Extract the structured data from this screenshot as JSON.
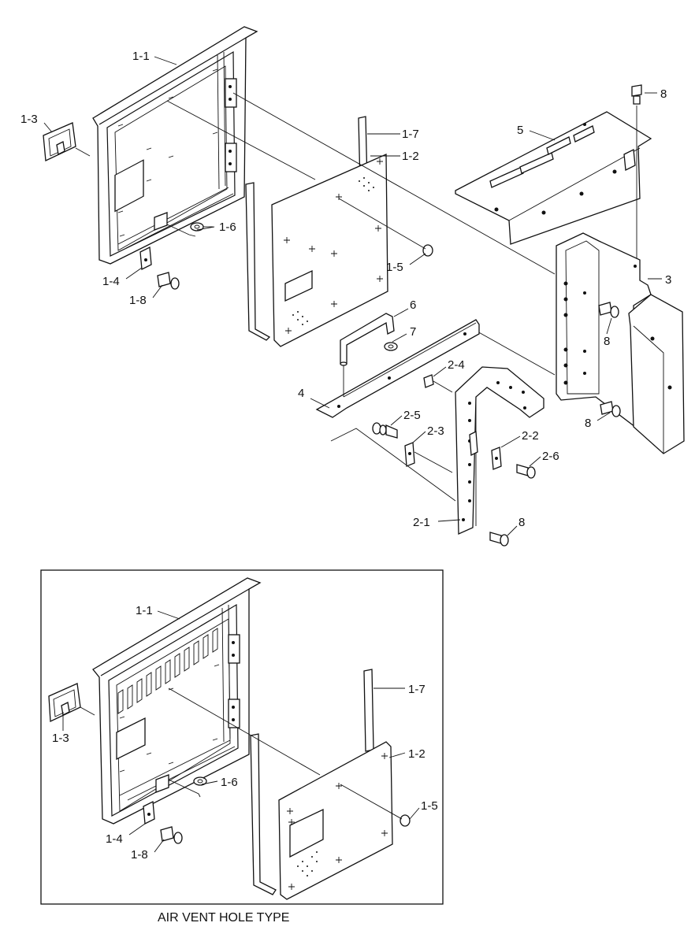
{
  "diagram": {
    "main_labels": {
      "p1_1": "1-1",
      "p1_3": "1-3",
      "p1_7": "1-7",
      "p1_2": "1-2",
      "p5": "5",
      "p8a": "8",
      "p1_6": "1-6",
      "p1_4": "1-4",
      "p1_8": "1-8",
      "p1_5": "1-5",
      "p3": "3",
      "p8b": "8",
      "p6": "6",
      "p7": "7",
      "p2_4": "2-4",
      "p4": "4",
      "p8c": "8",
      "p2_5": "2-5",
      "p2_3": "2-3",
      "p2_2": "2-2",
      "p2_6": "2-6",
      "p2_1": "2-1",
      "p8d": "8"
    },
    "inset_labels": {
      "p1_1": "1-1",
      "p1_7": "1-7",
      "p1_3": "1-3",
      "p1_2": "1-2",
      "p1_6": "1-6",
      "p1_5": "1-5",
      "p1_4": "1-4",
      "p1_8": "1-8"
    },
    "inset_caption": "AIR VENT HOLE TYPE"
  }
}
